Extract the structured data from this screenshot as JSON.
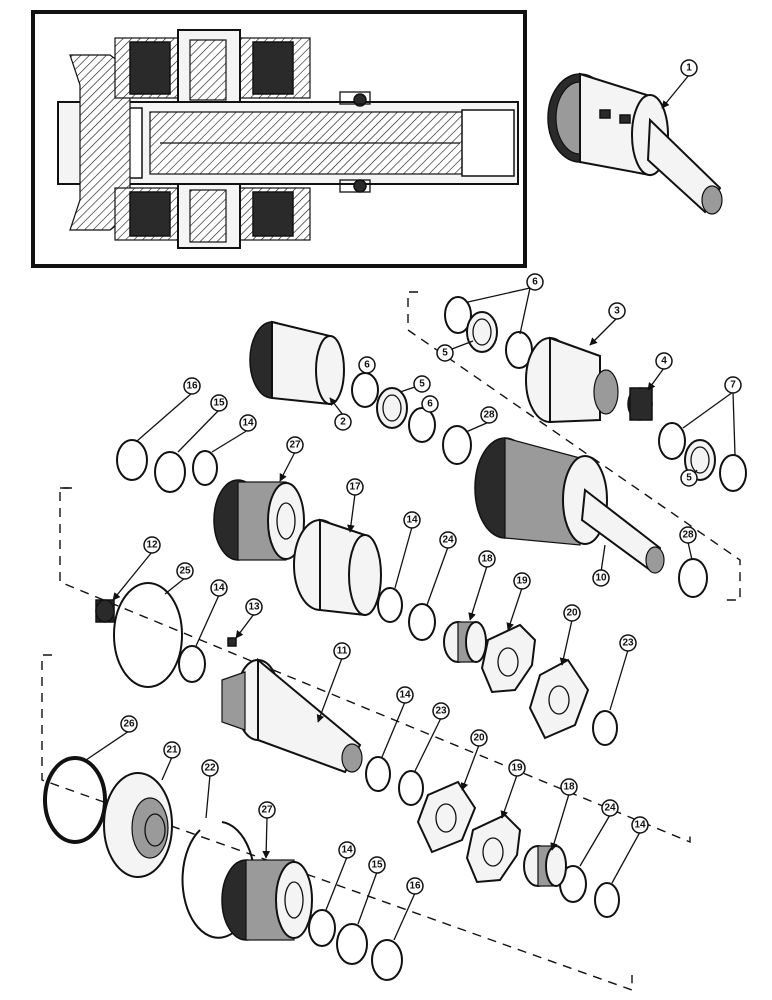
{
  "callouts": [
    "1",
    "2",
    "3",
    "4",
    "5",
    "6",
    "7",
    "10",
    "11",
    "12",
    "13",
    "14",
    "15",
    "16",
    "17",
    "18",
    "19",
    "20",
    "21",
    "22",
    "23",
    "24",
    "25",
    "26",
    "27",
    "28"
  ]
}
